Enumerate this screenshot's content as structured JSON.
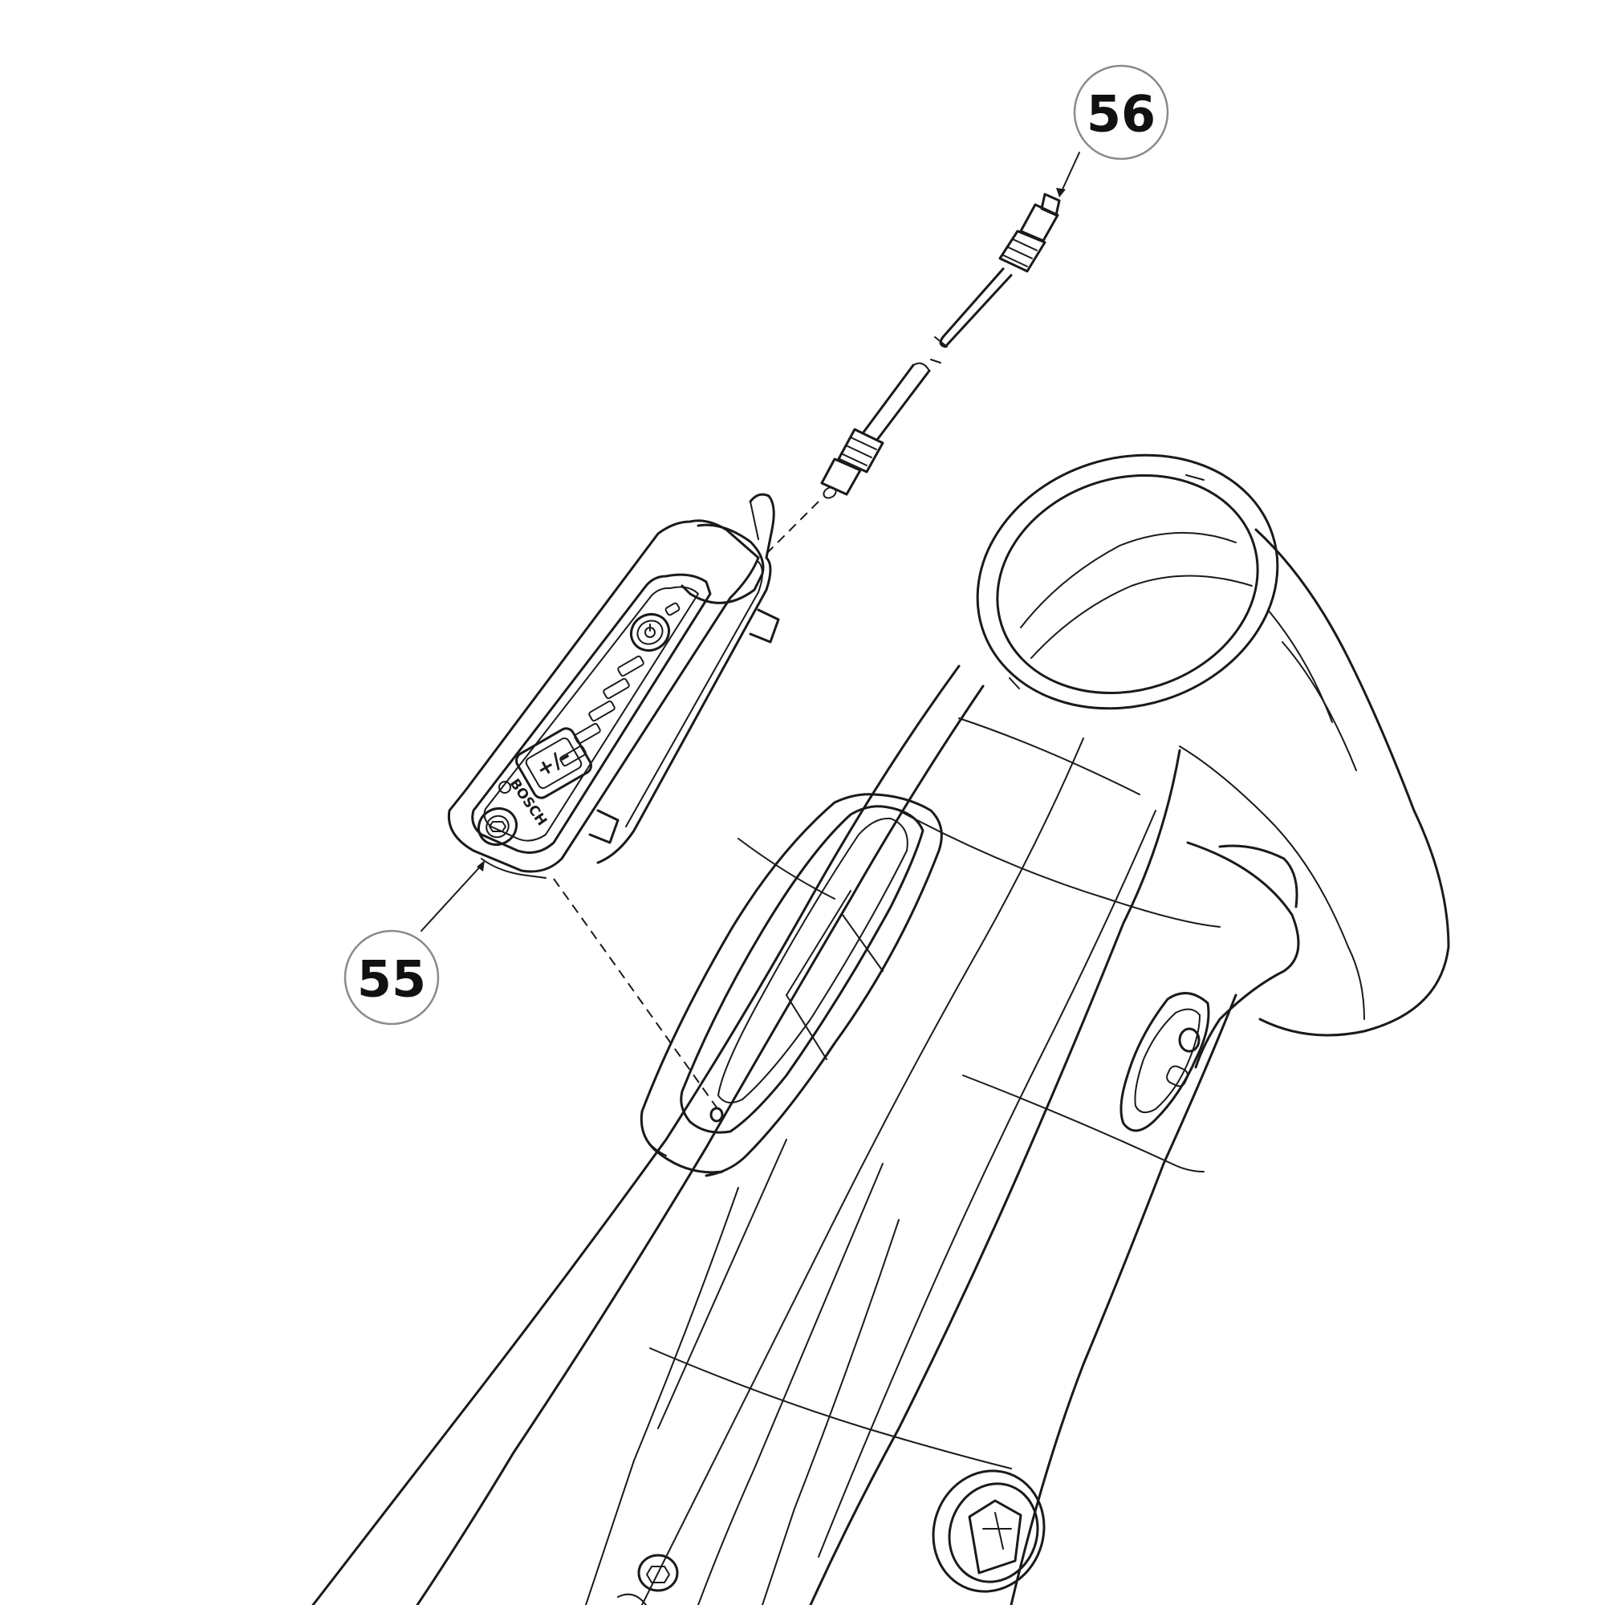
{
  "callouts": [
    {
      "id": "56",
      "label": "56"
    },
    {
      "id": "55",
      "label": "55"
    }
  ],
  "parts": {
    "controller": {
      "brand": "BOSCH",
      "button_label": "+/–"
    },
    "connector_cable": {}
  },
  "colors": {
    "line": "#1a1a1a",
    "callout_border": "#8a8a8a",
    "background": "#ffffff"
  }
}
